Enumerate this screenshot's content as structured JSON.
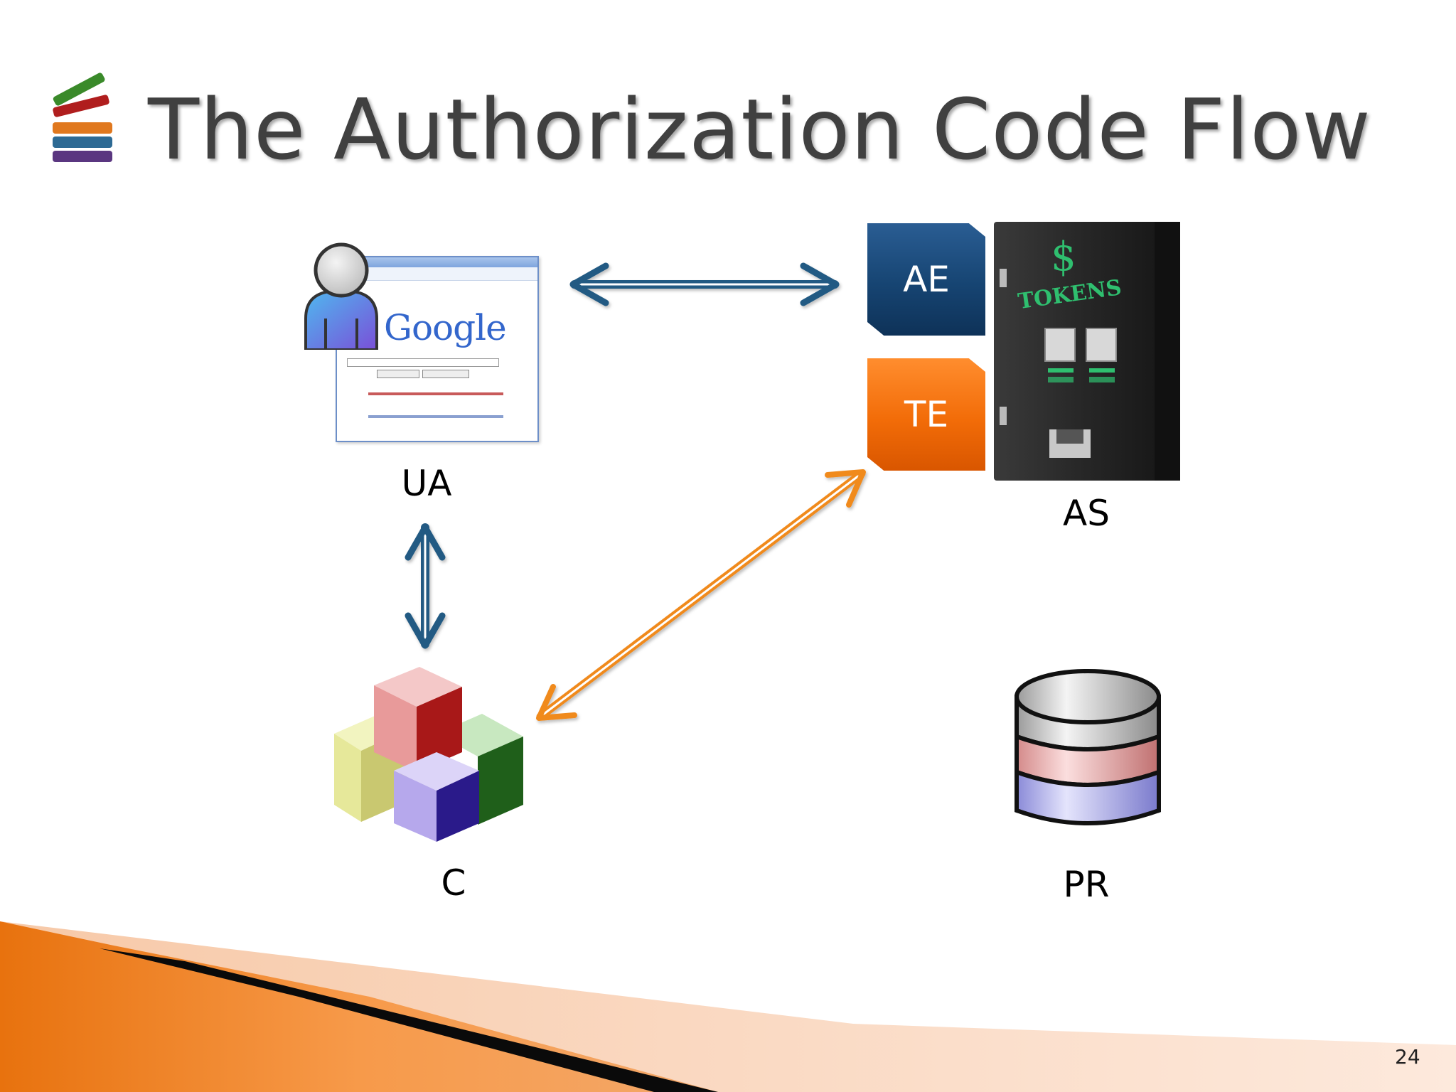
{
  "slide": {
    "title": "The Authorization Code Flow",
    "page_number": "24"
  },
  "nodes": {
    "ua": {
      "label": "UA"
    },
    "as": {
      "label": "AS"
    },
    "c": {
      "label": "C"
    },
    "pr": {
      "label": "PR"
    },
    "ae": {
      "label": "AE"
    },
    "te": {
      "label": "TE"
    }
  },
  "browser": {
    "logo_text": "Google"
  },
  "machine": {
    "sign_symbol": "$",
    "sign_text": "TOKENS"
  },
  "colors": {
    "arrow_blue": "#215a83",
    "arrow_orange": "#f08a1e",
    "ae_fill": "#164472",
    "te_fill": "#f26c08"
  }
}
